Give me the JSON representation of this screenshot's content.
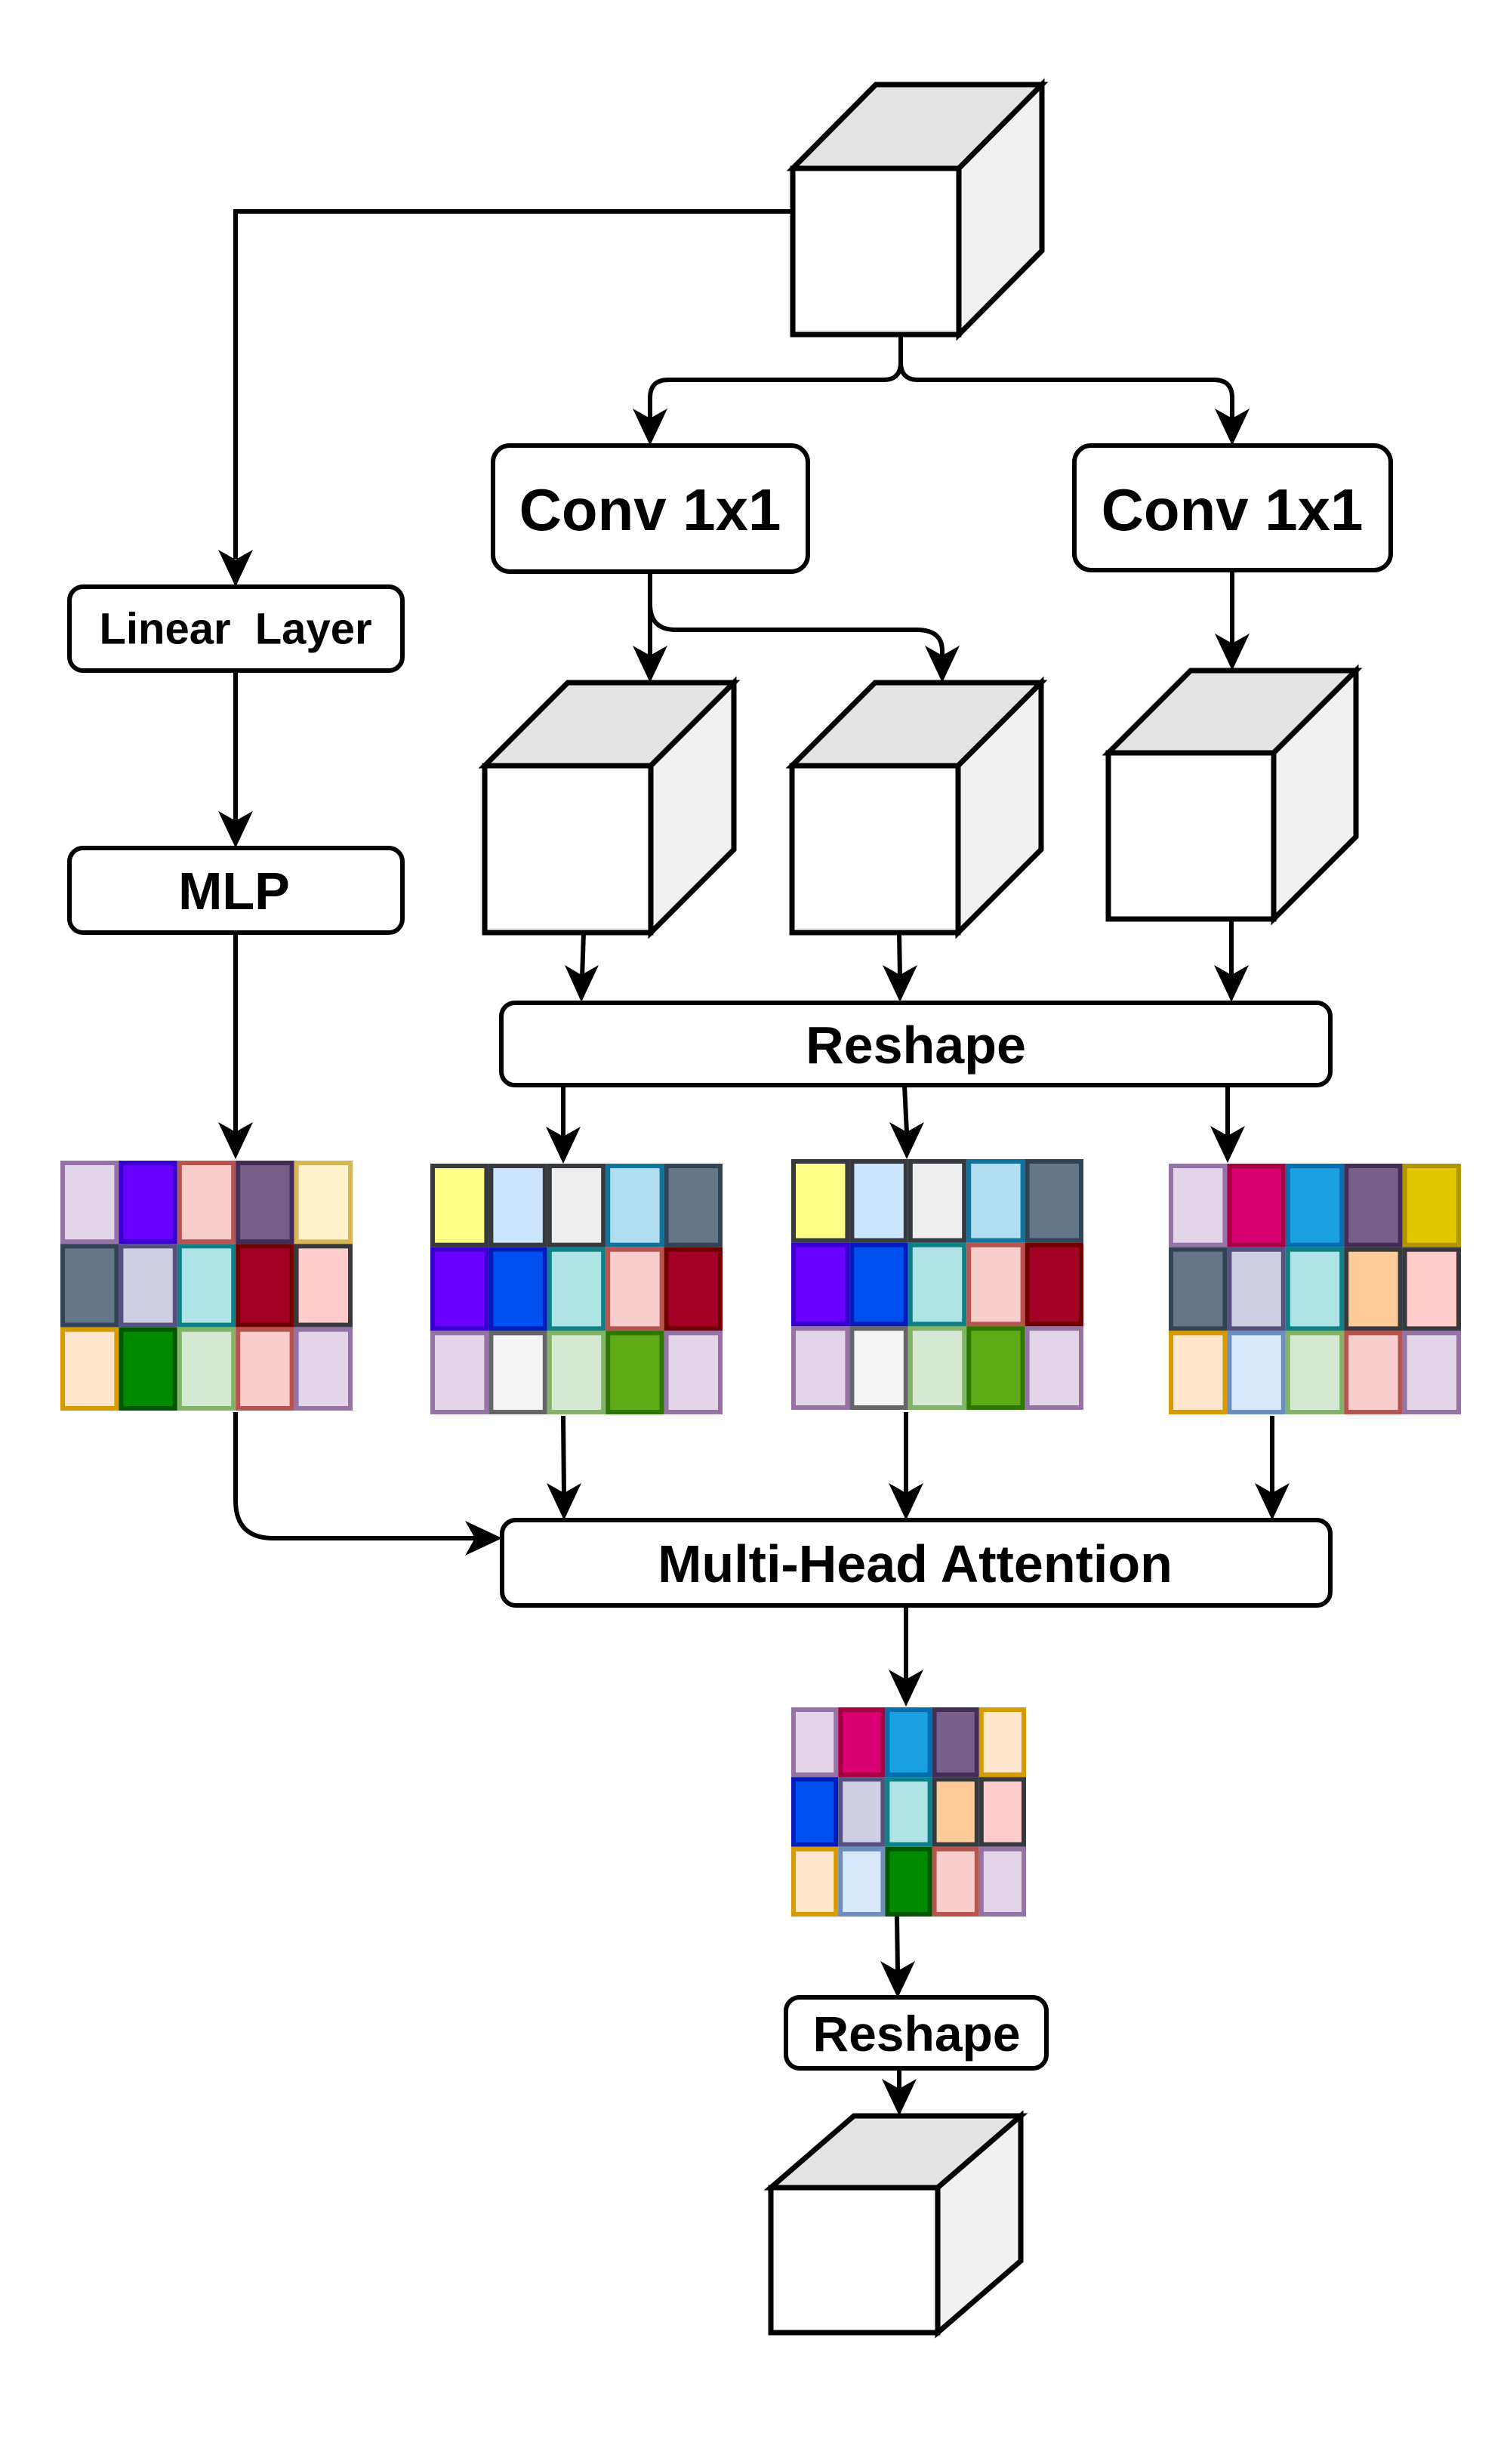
{
  "diagram": {
    "title": "Multi-Head Attention block with convolutional Q/K/V projections",
    "nodes": {
      "input_tensor": {
        "kind": "cube",
        "label": ""
      },
      "linear_layer": {
        "kind": "box",
        "label": "Linear  Layer"
      },
      "mlp": {
        "kind": "box",
        "label": "MLP"
      },
      "conv_left": {
        "kind": "box",
        "label": "Conv 1x1"
      },
      "conv_right": {
        "kind": "box",
        "label": "Conv 1x1"
      },
      "feature_a": {
        "kind": "cube",
        "label": ""
      },
      "feature_b": {
        "kind": "cube",
        "label": ""
      },
      "feature_c": {
        "kind": "cube",
        "label": ""
      },
      "reshape_top": {
        "kind": "box",
        "label": "Reshape"
      },
      "mha": {
        "kind": "box",
        "label": "Multi-Head Attention"
      },
      "reshape_bottom": {
        "kind": "box",
        "label": "Reshape"
      },
      "output_tensor": {
        "kind": "cube",
        "label": ""
      }
    },
    "cube_colors": {
      "front": "#ffffff",
      "top": "#e3e3e3",
      "side": "#f1f1f1",
      "stroke": "#000000"
    },
    "token_grids": {
      "mlp_tokens": {
        "rows": 3,
        "cols": 5,
        "cells": [
          {
            "fill": "#e1d5e7",
            "stroke": "#9673a6"
          },
          {
            "fill": "#6a00ff",
            "stroke": "#3700cc"
          },
          {
            "fill": "#f8cecc",
            "stroke": "#b85450"
          },
          {
            "fill": "#76608a",
            "stroke": "#432d57"
          },
          {
            "fill": "#fff2cc",
            "stroke": "#d6b656"
          },
          {
            "fill": "#647687",
            "stroke": "#314354"
          },
          {
            "fill": "#d0cee2",
            "stroke": "#56517e"
          },
          {
            "fill": "#b0e3e6",
            "stroke": "#0e8088"
          },
          {
            "fill": "#a20025",
            "stroke": "#6f0000"
          },
          {
            "fill": "#ffcccc",
            "stroke": "#36393d"
          },
          {
            "fill": "#ffe6cc",
            "stroke": "#d79b00"
          },
          {
            "fill": "#008a00",
            "stroke": "#005700"
          },
          {
            "fill": "#d5e8d4",
            "stroke": "#82b366"
          },
          {
            "fill": "#f8cecc",
            "stroke": "#b85450"
          },
          {
            "fill": "#e1d5e7",
            "stroke": "#9673a6"
          }
        ]
      },
      "query_tokens": {
        "rows": 3,
        "cols": 5,
        "cells": [
          {
            "fill": "#ffff88",
            "stroke": "#36393d"
          },
          {
            "fill": "#cce5ff",
            "stroke": "#36393d"
          },
          {
            "fill": "#eeeeee",
            "stroke": "#36393d"
          },
          {
            "fill": "#b1ddf0",
            "stroke": "#10739e"
          },
          {
            "fill": "#647687",
            "stroke": "#314354"
          },
          {
            "fill": "#6a00ff",
            "stroke": "#3700cc"
          },
          {
            "fill": "#0050ef",
            "stroke": "#001dbc"
          },
          {
            "fill": "#b0e3e6",
            "stroke": "#0e8088"
          },
          {
            "fill": "#f8cecc",
            "stroke": "#b85450"
          },
          {
            "fill": "#a20025",
            "stroke": "#6f0000"
          },
          {
            "fill": "#e1d5e7",
            "stroke": "#9673a6"
          },
          {
            "fill": "#f5f5f5",
            "stroke": "#666666"
          },
          {
            "fill": "#d5e8d4",
            "stroke": "#82b366"
          },
          {
            "fill": "#60a917",
            "stroke": "#2d7600"
          },
          {
            "fill": "#e1d5e7",
            "stroke": "#9673a6"
          }
        ]
      },
      "key_tokens": {
        "rows": 3,
        "cols": 5,
        "cells": [
          {
            "fill": "#ffff88",
            "stroke": "#36393d"
          },
          {
            "fill": "#cce5ff",
            "stroke": "#36393d"
          },
          {
            "fill": "#eeeeee",
            "stroke": "#36393d"
          },
          {
            "fill": "#b1ddf0",
            "stroke": "#10739e"
          },
          {
            "fill": "#647687",
            "stroke": "#314354"
          },
          {
            "fill": "#6a00ff",
            "stroke": "#3700cc"
          },
          {
            "fill": "#0050ef",
            "stroke": "#001dbc"
          },
          {
            "fill": "#b0e3e6",
            "stroke": "#0e8088"
          },
          {
            "fill": "#f8cecc",
            "stroke": "#b85450"
          },
          {
            "fill": "#a20025",
            "stroke": "#6f0000"
          },
          {
            "fill": "#e1d5e7",
            "stroke": "#9673a6"
          },
          {
            "fill": "#f5f5f5",
            "stroke": "#666666"
          },
          {
            "fill": "#d5e8d4",
            "stroke": "#82b366"
          },
          {
            "fill": "#60a917",
            "stroke": "#2d7600"
          },
          {
            "fill": "#e1d5e7",
            "stroke": "#9673a6"
          }
        ]
      },
      "value_tokens": {
        "rows": 3,
        "cols": 5,
        "cells": [
          {
            "fill": "#e1d5e7",
            "stroke": "#9673a6"
          },
          {
            "fill": "#d80073",
            "stroke": "#a50040"
          },
          {
            "fill": "#1ba1e2",
            "stroke": "#006eaf"
          },
          {
            "fill": "#76608a",
            "stroke": "#432d57"
          },
          {
            "fill": "#e3c800",
            "stroke": "#b09500"
          },
          {
            "fill": "#647687",
            "stroke": "#314354"
          },
          {
            "fill": "#d0cee2",
            "stroke": "#56517e"
          },
          {
            "fill": "#b0e3e6",
            "stroke": "#0e8088"
          },
          {
            "fill": "#ffcc99",
            "stroke": "#36393d"
          },
          {
            "fill": "#ffcccc",
            "stroke": "#36393d"
          },
          {
            "fill": "#ffe6cc",
            "stroke": "#d79b00"
          },
          {
            "fill": "#dae8fc",
            "stroke": "#6c8ebf"
          },
          {
            "fill": "#d5e8d4",
            "stroke": "#82b366"
          },
          {
            "fill": "#f8cecc",
            "stroke": "#b85450"
          },
          {
            "fill": "#e1d5e7",
            "stroke": "#9673a6"
          }
        ]
      },
      "attention_output_tokens": {
        "rows": 3,
        "cols": 5,
        "cells": [
          {
            "fill": "#e1d5e7",
            "stroke": "#9673a6"
          },
          {
            "fill": "#d80073",
            "stroke": "#a50040"
          },
          {
            "fill": "#1ba1e2",
            "stroke": "#006eaf"
          },
          {
            "fill": "#76608a",
            "stroke": "#432d57"
          },
          {
            "fill": "#ffe6cc",
            "stroke": "#d79b00"
          },
          {
            "fill": "#0050ef",
            "stroke": "#001dbc"
          },
          {
            "fill": "#d0cee2",
            "stroke": "#56517e"
          },
          {
            "fill": "#b0e3e6",
            "stroke": "#0e8088"
          },
          {
            "fill": "#ffcc99",
            "stroke": "#36393d"
          },
          {
            "fill": "#ffcccc",
            "stroke": "#36393d"
          },
          {
            "fill": "#ffe6cc",
            "stroke": "#d79b00"
          },
          {
            "fill": "#dae8fc",
            "stroke": "#6c8ebf"
          },
          {
            "fill": "#008a00",
            "stroke": "#005700"
          },
          {
            "fill": "#f8cecc",
            "stroke": "#b85450"
          },
          {
            "fill": "#e1d5e7",
            "stroke": "#9673a6"
          }
        ]
      }
    },
    "edges": [
      {
        "from": "input_tensor",
        "to": "linear_layer"
      },
      {
        "from": "input_tensor",
        "to": "conv_left"
      },
      {
        "from": "input_tensor",
        "to": "conv_right"
      },
      {
        "from": "linear_layer",
        "to": "mlp"
      },
      {
        "from": "mlp",
        "to": "mlp_tokens"
      },
      {
        "from": "conv_left",
        "to": "feature_a"
      },
      {
        "from": "conv_left",
        "to": "feature_b"
      },
      {
        "from": "conv_right",
        "to": "feature_c"
      },
      {
        "from": "feature_a",
        "to": "reshape_top"
      },
      {
        "from": "feature_b",
        "to": "reshape_top"
      },
      {
        "from": "feature_c",
        "to": "reshape_top"
      },
      {
        "from": "reshape_top",
        "to": "query_tokens"
      },
      {
        "from": "reshape_top",
        "to": "key_tokens"
      },
      {
        "from": "reshape_top",
        "to": "value_tokens"
      },
      {
        "from": "mlp_tokens",
        "to": "mha"
      },
      {
        "from": "query_tokens",
        "to": "mha"
      },
      {
        "from": "key_tokens",
        "to": "mha"
      },
      {
        "from": "value_tokens",
        "to": "mha"
      },
      {
        "from": "mha",
        "to": "attention_output_tokens"
      },
      {
        "from": "attention_output_tokens",
        "to": "reshape_bottom"
      },
      {
        "from": "reshape_bottom",
        "to": "output_tensor"
      }
    ]
  }
}
